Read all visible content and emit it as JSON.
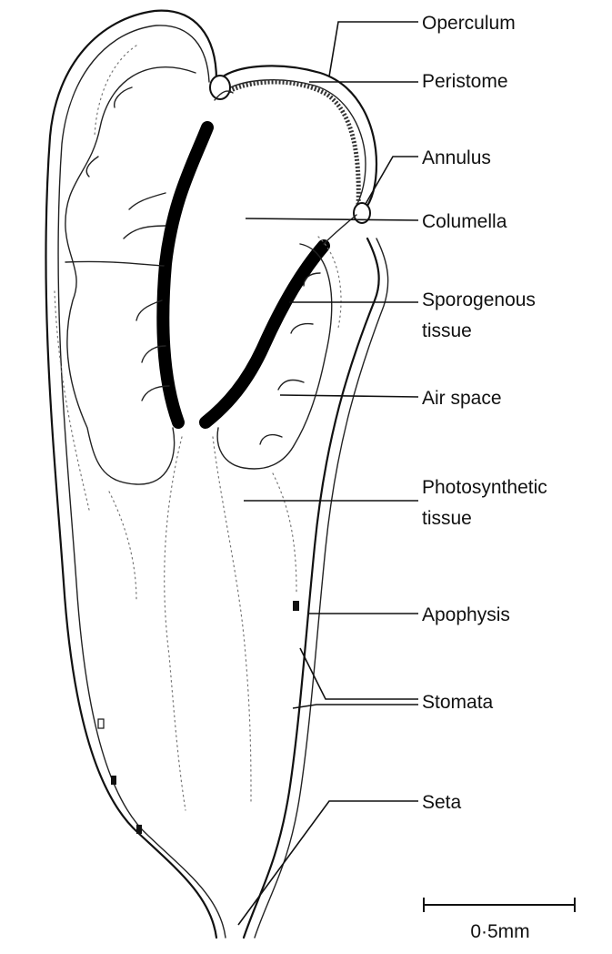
{
  "labels": {
    "operculum": "Operculum",
    "peristome": "Peristome",
    "annulus": "Annulus",
    "columella": "Columella",
    "sporogenous_1": "Sporogenous",
    "sporogenous_2": "tissue",
    "air_space": "Air space",
    "photosynthetic_1": "Photosynthetic",
    "photosynthetic_2": "tissue",
    "apophysis": "Apophysis",
    "stomata": "Stomata",
    "seta": "Seta"
  },
  "scale_bar": {
    "label": "0·5mm"
  }
}
